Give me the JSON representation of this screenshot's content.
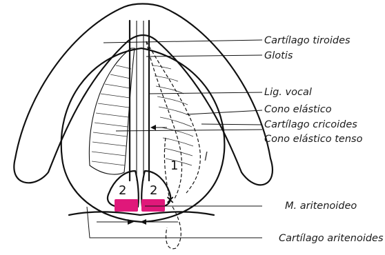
{
  "labels": {
    "thyroid": "Cartílago tiroides",
    "glottis": "Glotis",
    "vocal_ligament": "Lig. vocal",
    "elastic_cone": "Cono elástico",
    "cricoid": "Cartílago cricoides",
    "elastic_cone_tense": "Cono elástico tenso",
    "arytenoid_muscle": "M. aritenoideo",
    "arytenoid_cartilage": "Cartílago aritenoides"
  },
  "markers": {
    "left_2": "2",
    "right_2": "2",
    "one": "1",
    "one_light": "l",
    "cross": "×"
  },
  "colors": {
    "muscle": "#e0187a",
    "ink": "#111111"
  }
}
